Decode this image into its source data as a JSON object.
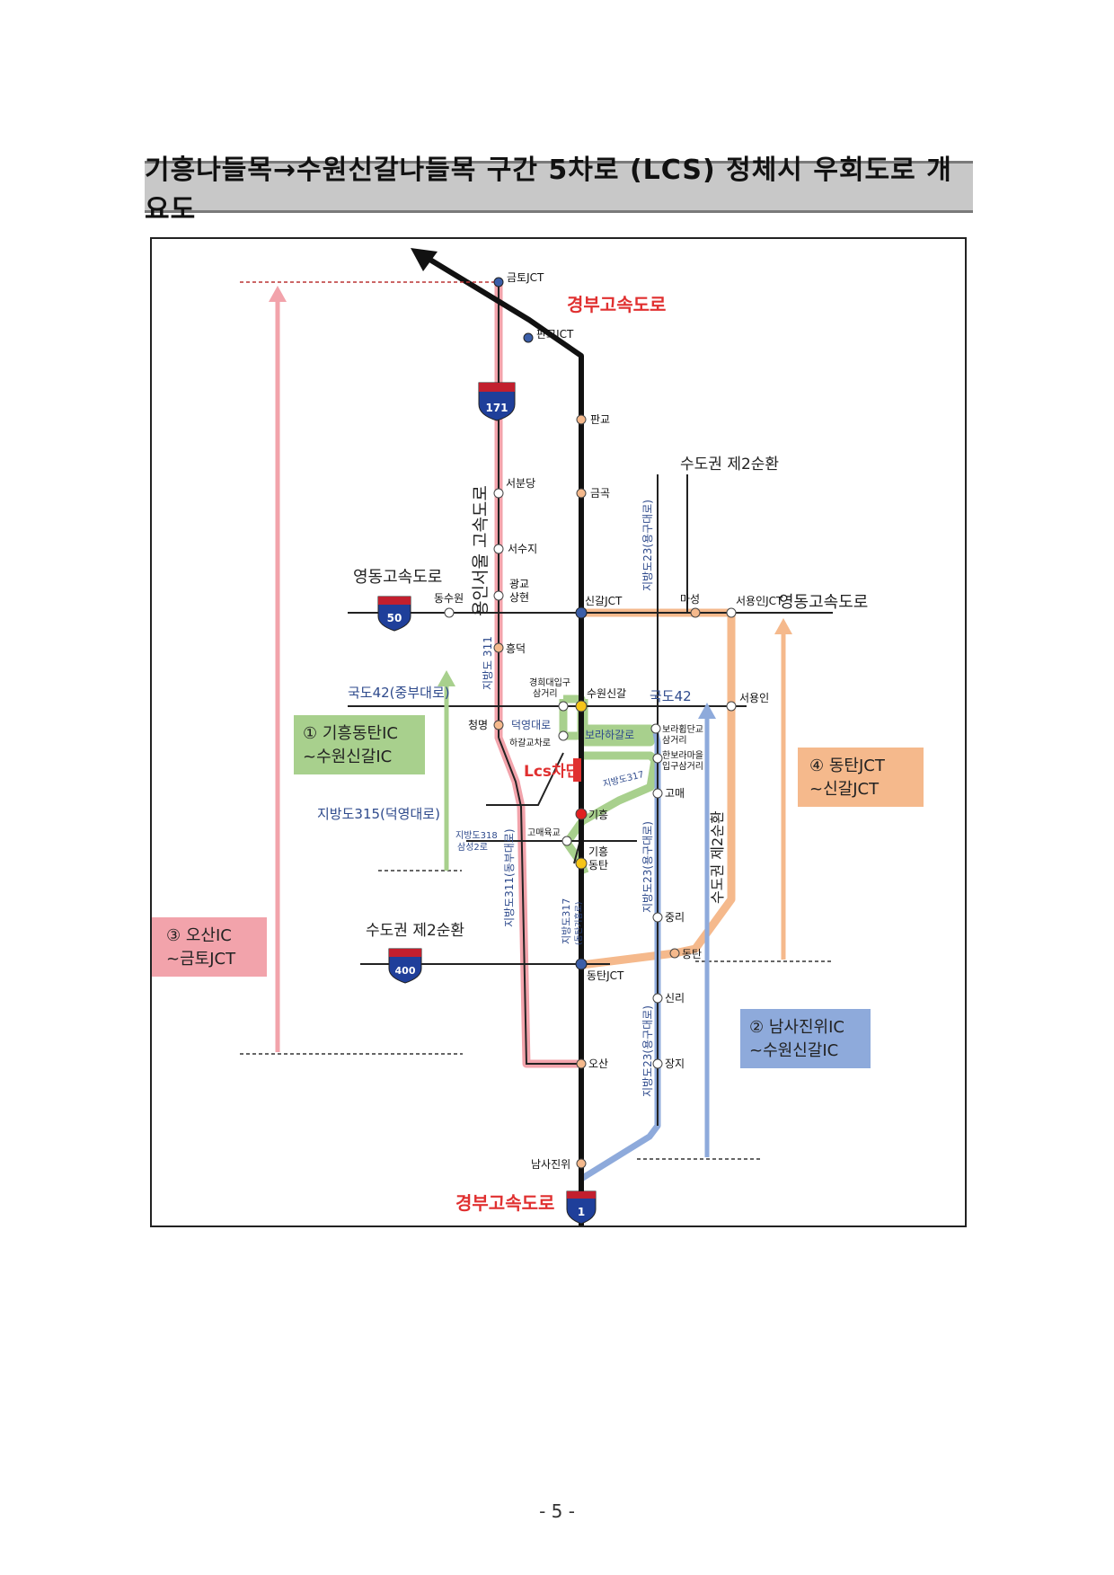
{
  "title": "기흥나들목→수원신갈나들목 구간 5차로 (LCS) 정체시 우회도로 개요도",
  "page_number": "- 5 -",
  "colors": {
    "expressway": "#111111",
    "route_red": "#f2a3ab",
    "route_green": "#a8d08d",
    "route_orange": "#f5b98c",
    "route_blue": "#8eaadb",
    "red_text": "#e03030",
    "blue_text": "#2e4a8c"
  },
  "roads": {
    "gyeongbu_top": "경부고속도로",
    "gyeongbu_bottom": "경부고속도로",
    "yongin_seoul": "용인서울 고속도로",
    "yeongdong_left": "영동고속도로",
    "yeongdong_right": "영동고속도로",
    "ring2_top": "수도권 제2순환",
    "ring2_left": "수도권 제2순환",
    "ring2_vertical": "수도권 제2순환",
    "natl42_left": "국도42(중부대로)",
    "natl42_right": "국도42",
    "local311_upper": "지방도 311",
    "local311_lower": "지방도311(동부대로)",
    "local315": "지방도315(덕영대로)",
    "local317_small": "지방도317",
    "local317_vertical": "지방도317",
    "local317_sub": "(동탄기흥로)",
    "local318": "지방도318",
    "local318_sub": "삼성2로",
    "local23_upper": "지방도23(용구대로)",
    "local23_mid": "지방도23(용구대로)",
    "local23_lower": "지방도23(용구대로)",
    "deokyeong": "덕영대로",
    "borahagal": "보라하갈로"
  },
  "shields": {
    "s171": "171",
    "s50": "50",
    "s400": "400",
    "s1": "1"
  },
  "places": {
    "geumto_jct": "금토JCT",
    "pangyo_jct": "판교JCT",
    "pangyo": "판교",
    "geumgok": "금곡",
    "seobundang": "서분당",
    "seosuji": "서수지",
    "dongsuwon": "동수원",
    "gwanggyo_sanghyeon": "광교\n상현",
    "singal_jct": "신갈JCT",
    "maseong": "마성",
    "seoyongin_jct": "서용인JCT",
    "heungdeok": "흥덕",
    "kyunghee": "경희대입구\n삼거리",
    "suwon_singal": "수원신갈",
    "seoyongin": "서용인",
    "cheongmyeong": "청명",
    "hagalgyocharo": "하갈교차로",
    "borahwakdangyo": "보라휩단교\n삼거리",
    "hanbora": "한보라마을\n입구삼거리",
    "gomae": "고매",
    "giheung_red": "기흥",
    "gomae_ic": "고매육교",
    "giheung_dongtan": "기흥\n동탄",
    "jungri": "중리",
    "dongtan": "동탄",
    "dongtan_jct": "동탄JCT",
    "sinri": "신리",
    "osan": "오산",
    "jangji": "장지",
    "namsajinwi": "남사진위",
    "lcs_block": "Lcs차단"
  },
  "boxes": {
    "b1": "① 기흥동탄IC\n~수원신갈IC",
    "b2": "② 남사진위IC\n~수원신갈IC",
    "b3": "③ 오산IC\n~금토JCT",
    "b4": "④ 동탄JCT\n~신갈JCT"
  }
}
